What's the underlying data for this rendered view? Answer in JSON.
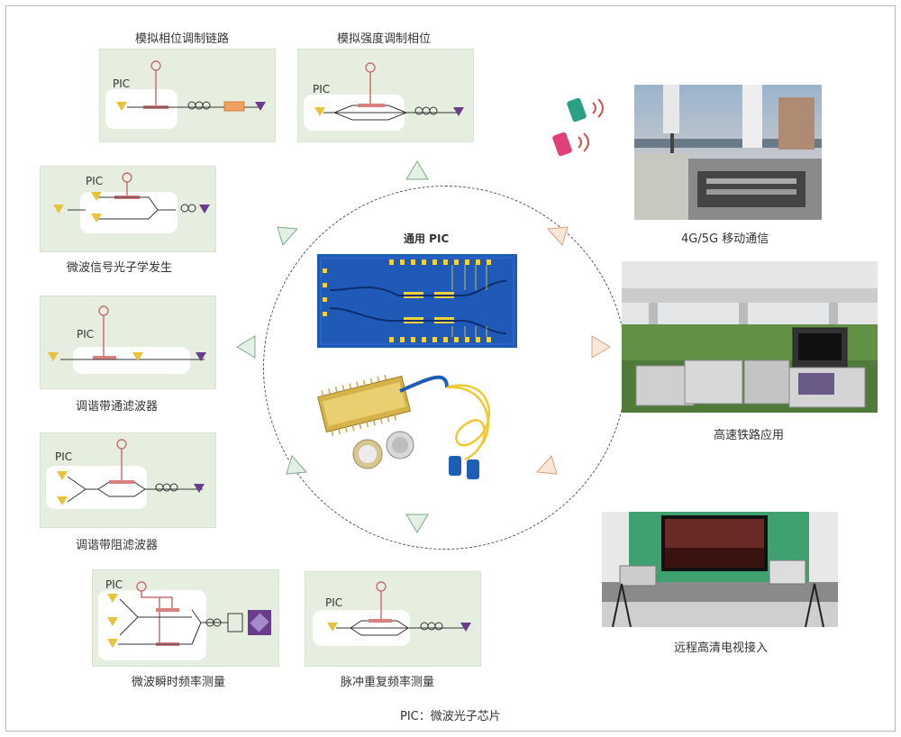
{
  "center": {
    "title": "通用 PIC"
  },
  "pic_tag": "PIC",
  "panels": {
    "analog_phase": "模拟相位调制链路",
    "analog_intensity": "模拟强度调制相位",
    "microwave_gen": "微波信号光子学发生",
    "bandpass": "调谐带通滤波器",
    "bandstop": "调谐带阻滤波器",
    "instant_freq": "微波瞬时频率测量",
    "pulse_rep": "脉冲重复频率测量"
  },
  "apps": {
    "mobile": "4G/5G 移动通信",
    "railway": "高速铁路应用",
    "hdtv": "远程高清电视接入"
  },
  "footer": "PIC：微波光子芯片",
  "colors": {
    "panel_bg": "#e6efdf",
    "waveguide": "#c8706f",
    "laser": "#e8c23a",
    "detector": "#6a3c8c"
  }
}
